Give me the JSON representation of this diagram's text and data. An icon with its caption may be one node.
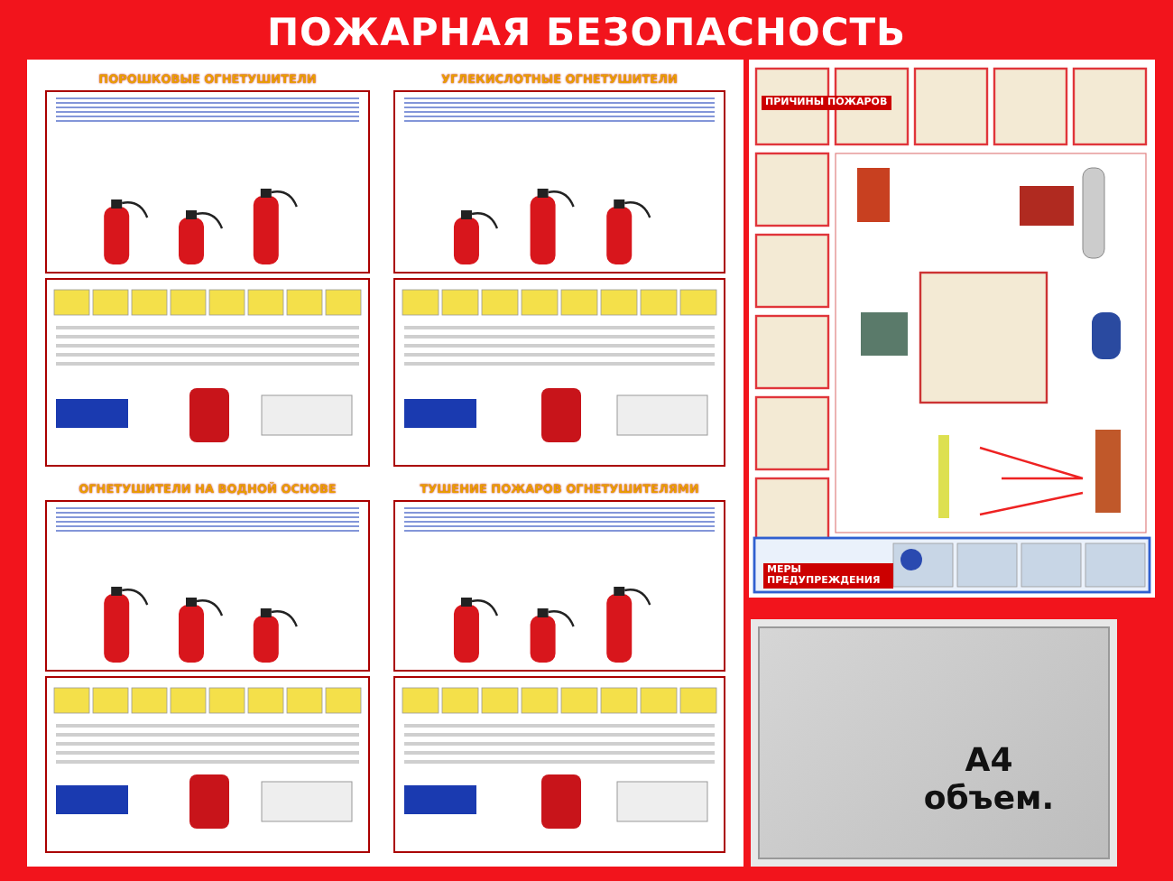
{
  "diagram": {
    "title": "ПОЖАРНАЯ БЕЗОПАСНОСТЬ",
    "nodes": [
      {
        "text": [],
        "shape": "box"
      },
      {
        "text": [
          "ПОРОШКОВЫЕ ОГНЕТУШИТЕЛИ"
        ],
        "in": 0
      },
      {
        "text": [
          "УГЛЕКИСЛОТНЫЕ ОГНЕТУШИТЕЛИ"
        ],
        "in": 0
      },
      {
        "text": [
          "ОГНЕТУШИТЕЛИ НА ВОДНОЙ ОСНОВЕ"
        ],
        "in": 0
      },
      {
        "text": [
          "ТУШЕНИЕ ПОЖАРОВ ОГНЕТУШИТЕЛЯМИ"
        ],
        "in": 0
      },
      {
        "text": [
          "ПРИЧИНЫ ПОЖАРОВ",
          "МЕРЫ ПРЕДУПРЕЖДЕНИЯ"
        ]
      },
      {
        "text": [
          "A4 объем."
        ]
      }
    ],
    "edges": []
  }
}
